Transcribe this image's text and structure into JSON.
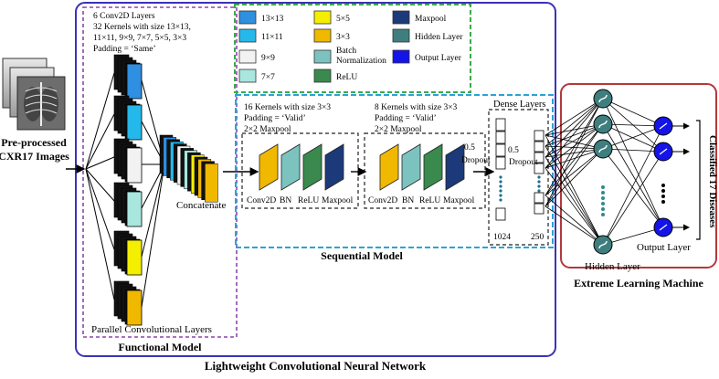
{
  "input": {
    "label_line1": "Pre-processed",
    "label_line2": "CXR17 Images"
  },
  "functional": {
    "desc_lines": [
      "6 Conv2D Layers",
      "32 Kernels with size 13×13,",
      "11×11, 9×9, 7×7, 5×5, 3×3",
      "Padding = ‘Same’"
    ],
    "parallel_label": "Parallel Convolutional Layers",
    "concat_label": "Concatenate",
    "title": "Functional Model"
  },
  "legend": {
    "items": [
      {
        "label": "13×13",
        "color": "#2f8fe0"
      },
      {
        "label": "11×11",
        "color": "#25b8ea"
      },
      {
        "label": "9×9",
        "color": "#f2f2f2"
      },
      {
        "label": "7×7",
        "color": "#a8e6de"
      },
      {
        "label": "5×5",
        "color": "#f4ee00"
      },
      {
        "label": "3×3",
        "color": "#f1b800"
      },
      {
        "label": "Batch",
        "label2": "Normalization",
        "color": "#7cc3c0"
      },
      {
        "label": "ReLU",
        "color": "#3a8a4e"
      },
      {
        "label": "Maxpool",
        "color": "#1c3a7a"
      },
      {
        "label": "Hidden Layer",
        "color": "#3f7e7e"
      },
      {
        "label": "Output Layer",
        "color": "#1414e8"
      }
    ]
  },
  "sequential": {
    "block1_lines": [
      "16 Kernels with size 3×3",
      "Padding = ‘Valid’",
      "2×2 Maxpool"
    ],
    "block2_lines": [
      "8 Kernels with size 3×3",
      "Padding = ‘Valid’",
      "2×2 Maxpool"
    ],
    "layer_labels": [
      "Conv2D",
      "BN",
      "ReLU",
      "Maxpool"
    ],
    "dropout_value": "0.5",
    "dropout_label": "Dropout",
    "dense_title": "Dense Layers",
    "dense1_size": "1024",
    "dense2_size": "250",
    "title": "Sequential Model"
  },
  "cnn_title": "Lightweight Convolutional Neural Network",
  "elm": {
    "hidden_label": "Hidden Layer",
    "output_label": "Output Layer",
    "classified_label": "Classified 17 Diseases",
    "title": "Extreme Learning Machine"
  },
  "colors": {
    "outer_border": "#3a32b8",
    "functional_border": "#8e44ad",
    "legend_border": "#3aaa4a",
    "sequential_border": "#2aa3d6",
    "elm_border": "#b23a3a",
    "hidden_node": "#3f7e7e",
    "output_node": "#1414e8",
    "dots_teal": "#2e8b8b"
  }
}
